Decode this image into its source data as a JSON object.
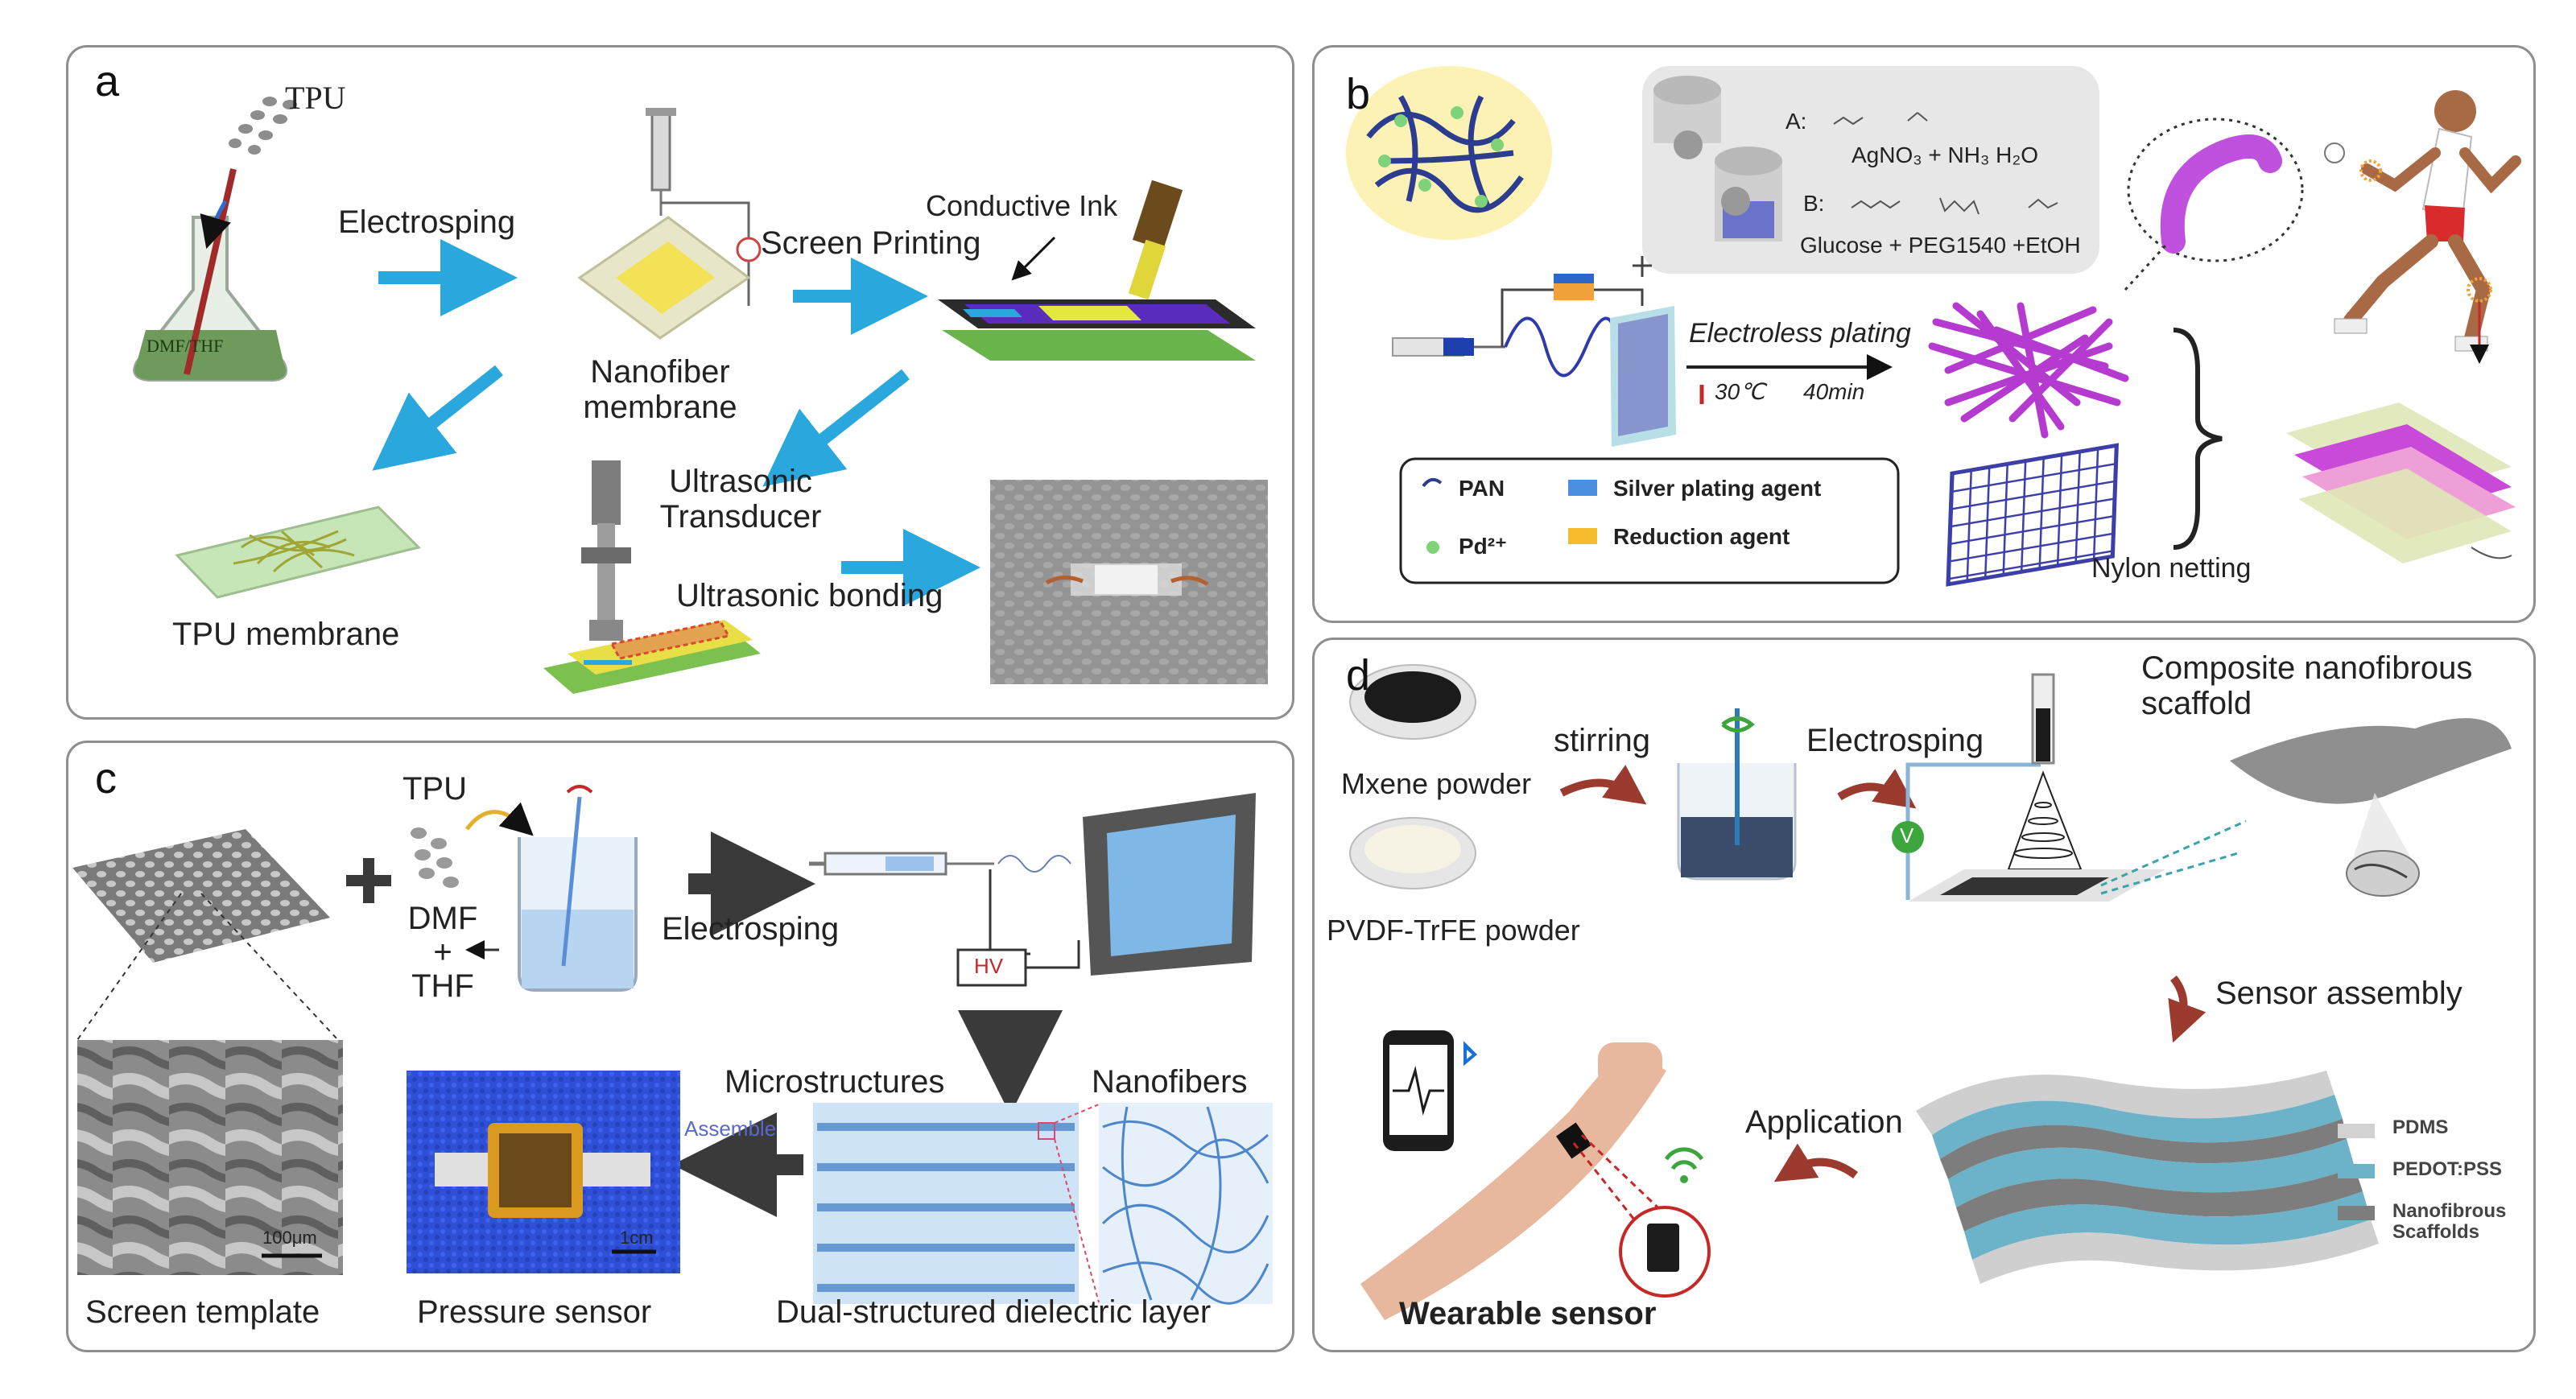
{
  "panels": {
    "a": {
      "label": "a",
      "tpu": "TPU",
      "flask": "DMF/THF",
      "electrosping": "Electrosping",
      "conductive_ink": "Conductive Ink",
      "screen_printing": "Screen Printing",
      "nanofiber_1": "Nanofiber",
      "nanofiber_2": "membrane",
      "ultrasonic_1": "Ultrasonic",
      "ultrasonic_2": "Transducer",
      "ultrasonic_bonding": "Ultrasonic bonding",
      "tpu_membrane": "TPU membrane"
    },
    "b": {
      "label": "b",
      "a_label": "A:",
      "a_formula": "AgNO₃ + NH₃ H₂O",
      "b_label": "B:",
      "b_formula": "Glucose + PEG1540 +EtOH",
      "electroless": "Electroless plating",
      "temp": "30℃",
      "time": "40min",
      "legend_pan": "PAN",
      "legend_pd": "Pd²⁺",
      "legend_silver": "Silver plating agent",
      "legend_reduction": "Reduction agent",
      "nylon": "Nylon netting"
    },
    "c": {
      "label": "c",
      "tpu": "TPU",
      "dmf": "DMF",
      "plus": "+",
      "thf": "THF",
      "electrosping": "Electrosping",
      "hv": "HV",
      "microstructures": "Microstructures",
      "nanofibers": "Nanofibers",
      "assemble": "Assemble",
      "scale_100": "100μm",
      "scale_1cm": "1cm",
      "screen_template": "Screen template",
      "pressure_sensor": "Pressure sensor",
      "dual_layer": "Dual-structured dielectric layer"
    },
    "d": {
      "label": "d",
      "mxene": "Mxene powder",
      "pvdf": "PVDF-TrFE powder",
      "stirring": "stirring",
      "electrosping": "Electrosping",
      "v": "V",
      "composite_1": "Composite nanofibrous",
      "composite_2": "scaffold",
      "sensor_assembly": "Sensor assembly",
      "application": "Application",
      "wearable": "Wearable sensor",
      "legend_pdms": "PDMS",
      "legend_pedot": "PEDOT:PSS",
      "legend_nano_1": "Nanofibrous",
      "legend_nano_2": "Scaffolds"
    }
  },
  "colors": {
    "arrow_blue": "#2aa7dc",
    "arrow_dark": "#3a3a3a",
    "arrow_red": "#9b3a2e",
    "fiber_purple": "#b53bd0",
    "panel_border": "#8e8e8e"
  }
}
